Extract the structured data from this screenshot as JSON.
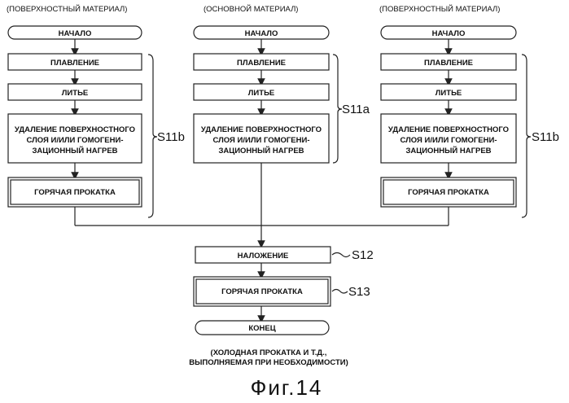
{
  "columns": {
    "left_header": "(ПОВЕРХНОСТНЫЙ МАТЕРИАЛ)",
    "center_header": "(ОСНОВНОЙ МАТЕРИАЛ)",
    "right_header": "(ПОВЕРХНОСТНЫЙ МАТЕРИАЛ)"
  },
  "steps": {
    "start": "НАЧАЛО",
    "melting": "ПЛАВЛЕНИЕ",
    "casting": "ЛИТЬЕ",
    "surface_removal": [
      "УДАЛЕНИЕ ПОВЕРХНОСТНОГО",
      "СЛОЯ И/ИЛИ ГОМОГЕНИ-",
      "ЗАЦИОННЫЙ НАГРЕВ"
    ],
    "hot_rolling": "ГОРЯЧАЯ ПРОКАТКА",
    "stacking": "НАЛОЖЕНИЕ",
    "hot_rolling_final": "ГОРЯЧАЯ ПРОКАТКА",
    "end": "КОНЕЦ"
  },
  "labels": {
    "s11a": "S11a",
    "s11b_left": "S11b",
    "s11b_right": "S11b",
    "s12": "S12",
    "s13": "S13"
  },
  "note": [
    "(ХОЛОДНАЯ ПРОКАТКА И Т.Д.,",
    "ВЫПОЛНЯЕМАЯ ПРИ НЕОБХОДИМОСТИ)"
  ],
  "figure_caption": "Фиг.14"
}
